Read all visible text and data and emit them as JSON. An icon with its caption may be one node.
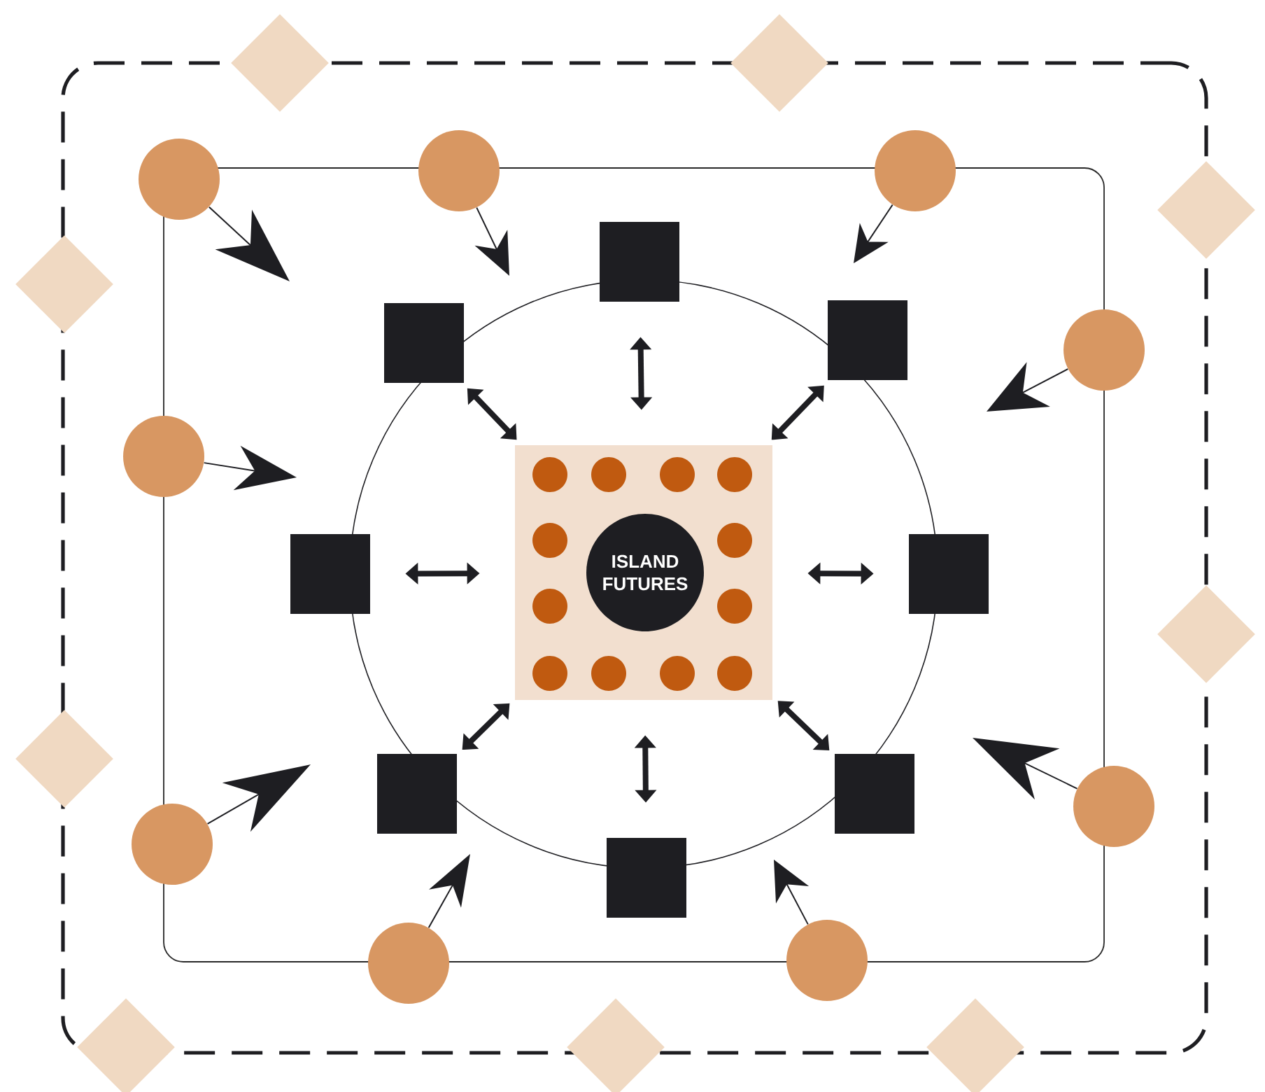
{
  "diagram": {
    "nodes": [
      {
        "text": [],
        "shape": "box"
      },
      {
        "text": [],
        "shape": "box",
        "in": 0
      },
      {
        "text": [],
        "shape": "circle",
        "in": 1
      },
      {
        "text": [],
        "shape": "box",
        "in": 2
      },
      {
        "text": [
          "ISLAND FUTURES"
        ],
        "in": 3
      },
      {
        "text": [],
        "shape": "circle",
        "in": 3
      },
      {
        "text": [],
        "shape": "circle",
        "in": 3
      },
      {
        "text": [],
        "shape": "circle",
        "in": 3
      },
      {
        "text": [],
        "shape": "circle",
        "in": 3
      },
      {
        "text": [],
        "shape": "circle",
        "in": 3
      },
      {
        "text": [],
        "shape": "circle",
        "in": 3
      },
      {
        "text": [],
        "shape": "circle",
        "in": 3
      },
      {
        "text": [],
        "shape": "circle",
        "in": 3
      },
      {
        "text": [],
        "shape": "circle",
        "in": 3
      },
      {
        "text": [],
        "shape": "circle",
        "in": 3
      },
      {
        "text": [],
        "shape": "circle",
        "in": 3
      },
      {
        "text": [],
        "shape": "circle",
        "in": 3
      },
      {
        "text": [],
        "shape": "box",
        "in": 1
      },
      {
        "text": [],
        "shape": "box",
        "in": 1
      },
      {
        "text": [],
        "shape": "box",
        "in": 1
      },
      {
        "text": [],
        "shape": "box",
        "in": 1
      },
      {
        "text": [],
        "shape": "box",
        "in": 1
      },
      {
        "text": [],
        "shape": "box",
        "in": 1
      },
      {
        "text": [],
        "shape": "box",
        "in": 1
      },
      {
        "text": [],
        "shape": "box",
        "in": 1
      },
      {
        "text": [],
        "shape": "circle",
        "in": 0
      },
      {
        "text": [],
        "shape": "circle",
        "in": 0
      },
      {
        "text": [],
        "shape": "circle",
        "in": 0
      },
      {
        "text": [],
        "shape": "circle",
        "in": 0
      },
      {
        "text": [],
        "shape": "circle",
        "in": 0
      },
      {
        "text": [],
        "shape": "circle",
        "in": 0
      },
      {
        "text": [],
        "shape": "circle",
        "in": 0
      },
      {
        "text": [],
        "shape": "circle",
        "in": 0
      },
      {
        "text": [],
        "shape": "circle",
        "in": 0
      },
      {
        "text": [],
        "shape": "diamond"
      },
      {
        "text": [],
        "shape": "diamond"
      },
      {
        "text": [],
        "shape": "diamond"
      },
      {
        "text": [],
        "shape": "diamond"
      },
      {
        "text": [],
        "shape": "diamond"
      },
      {
        "text": [],
        "shape": "diamond"
      },
      {
        "text": [],
        "shape": "diamond"
      },
      {
        "text": [],
        "shape": "diamond"
      },
      {
        "text": [],
        "shape": "diamond"
      }
    ],
    "edges": [
      {
        "from": 3,
        "to": 17,
        "arrow": "both",
        "style": "thick"
      },
      {
        "from": 3,
        "to": 18,
        "arrow": "both",
        "style": "thick"
      },
      {
        "from": 3,
        "to": 19,
        "arrow": "both",
        "style": "thick"
      },
      {
        "from": 3,
        "to": 20,
        "arrow": "both",
        "style": "thick"
      },
      {
        "from": 3,
        "to": 21,
        "arrow": "both",
        "style": "thick"
      },
      {
        "from": 3,
        "to": 22,
        "arrow": "both",
        "style": "thick"
      },
      {
        "from": 3,
        "to": 23,
        "arrow": "both",
        "style": "thick"
      },
      {
        "from": 3,
        "to": 24,
        "arrow": "both",
        "style": "thick"
      },
      {
        "from": 25,
        "to": null,
        "arrow": "to"
      },
      {
        "from": 26,
        "to": null,
        "arrow": "to"
      },
      {
        "from": 27,
        "to": null,
        "arrow": "to"
      },
      {
        "from": 28,
        "to": null,
        "arrow": "to"
      },
      {
        "from": 29,
        "to": null,
        "arrow": "to"
      },
      {
        "from": 30,
        "to": null,
        "arrow": "to"
      },
      {
        "from": 31,
        "to": null,
        "arrow": "to"
      },
      {
        "from": 32,
        "to": null,
        "arrow": "to"
      },
      {
        "from": 33,
        "to": null,
        "arrow": "to"
      }
    ]
  }
}
